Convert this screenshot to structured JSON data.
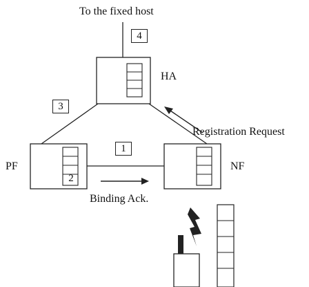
{
  "labels": {
    "top": "To the fixed host",
    "ha": "HA",
    "pf": "PF",
    "nf": "NF",
    "registration": "Registration Request",
    "binding": "Binding Ack."
  },
  "steps": [
    "4",
    "3",
    "1",
    "2"
  ],
  "colors": {
    "stroke": "#222222",
    "background": "#ffffff"
  }
}
